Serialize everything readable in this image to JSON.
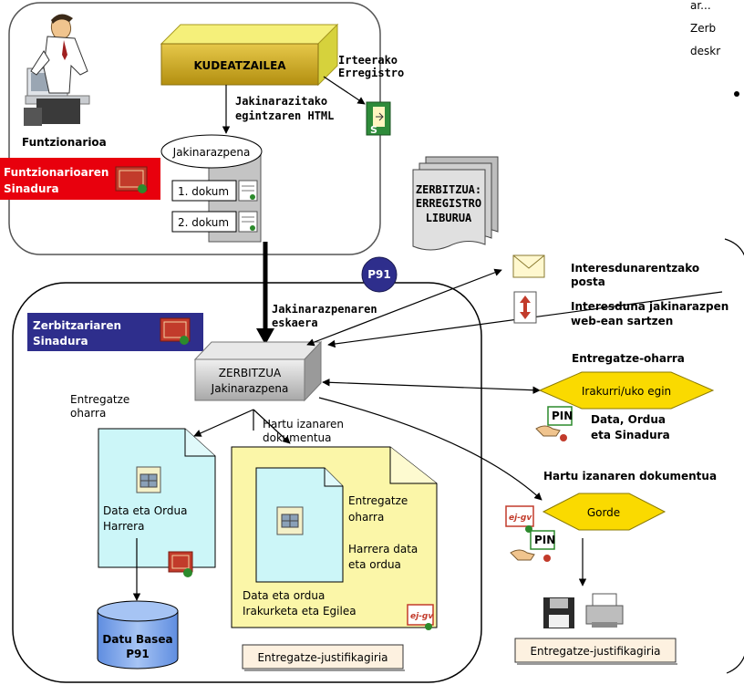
{
  "top_text": {
    "line1": "ar...",
    "line2": "Zerb",
    "line3": "deskr"
  },
  "top_box": {
    "kudeatzailea": "KUDEATZAILEA",
    "irteerako_1": "Irteerako",
    "irteerako_2": "Erregistro",
    "jakin_html_1": "Jakinarazitako",
    "jakin_html_2": "egintzaren HTML",
    "funtzionarioa": "Funtzionarioa",
    "jakinarazpena": "Jakinarazpena",
    "dokum1": "1. dokum",
    "dokum2": "2. dokum",
    "sig_1": "Funtzionarioaren",
    "sig_2": "Sinadura"
  },
  "erregistro": {
    "line1": "ZERBITZUA:",
    "line2": "ERREGISTRO",
    "line3": "LIBURUA"
  },
  "bottom_box": {
    "p91": "P91",
    "eskaera_1": "Jakinarazpenaren",
    "eskaera_2": "eskaera",
    "zerb_sig_1": "Zerbitzariaren",
    "zerb_sig_2": "Sinadura",
    "zerbitzua_1": "ZERBITZUA",
    "zerbitzua_2": "Jakinarazpena",
    "entregatze_oharra_1": "Entregatze",
    "entregatze_oharra_2": "oharra",
    "hartu_1": "Hartu izanaren",
    "hartu_2": "dokumentua",
    "data_ordua_1": "Data eta Ordua",
    "data_ordua_2": "Harrera",
    "db_1": "Datu Basea",
    "db_2": "P91",
    "yd_entregatze_1": "Entregatze",
    "yd_entregatze_2": "oharra",
    "yd_harrera_1": "Harrera data",
    "yd_harrera_2": "eta ordua",
    "yd_data_1": "Data eta ordua",
    "yd_data_2": "Irakurketa eta Egilea",
    "justif": "Entregatze-justifikagiria"
  },
  "right": {
    "posta_1": "Interesdunarentzako",
    "posta_2": "posta",
    "web_1": "Interesduna jakinarazpen",
    "web_2": "web-ean sartzen",
    "entregatze_oharra": "Entregatze-oharra",
    "irakurri": "Irakurri/uko egin",
    "pin": "PIN",
    "data_1": "Data, Ordua",
    "data_2": "eta Sinadura",
    "hartu": "Hartu izanaren dokumentua",
    "gorde": "Gorde",
    "pin2": "PIN",
    "ejgv": "ej-gv",
    "justif": "Entregatze-justifikagiria"
  }
}
